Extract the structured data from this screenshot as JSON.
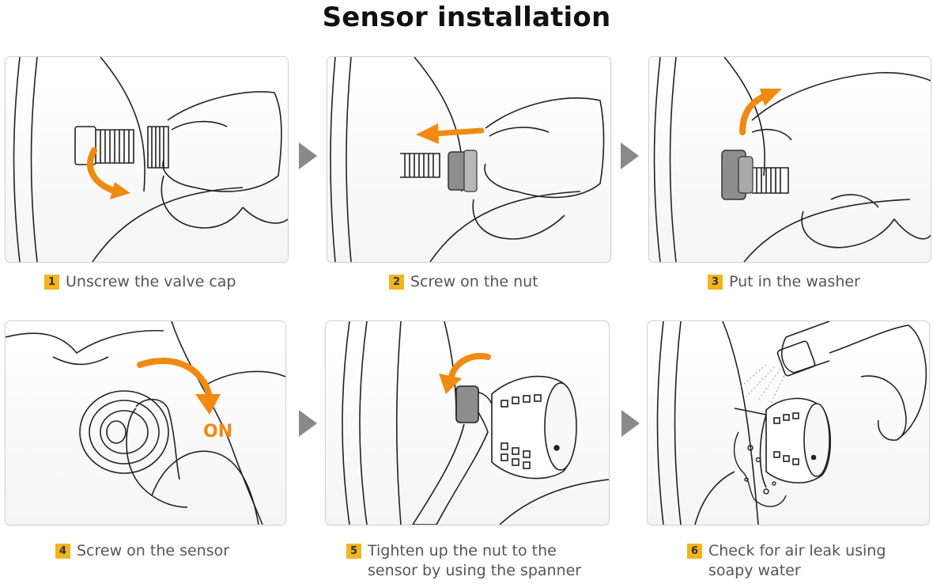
{
  "title": "Sensor installation",
  "accent_color": "#f08a10",
  "badge_color": "#f2b51d",
  "steps": [
    {
      "number": "1",
      "caption_lines": [
        "Unscrew the valve cap"
      ],
      "icon": "valve-cap-unscrew-illustration"
    },
    {
      "number": "2",
      "caption_lines": [
        "Screw on the nut"
      ],
      "icon": "nut-screw-illustration"
    },
    {
      "number": "3",
      "caption_lines": [
        "Put in the washer"
      ],
      "icon": "washer-illustration"
    },
    {
      "number": "4",
      "caption_lines": [
        "Screw on the sensor"
      ],
      "icon": "sensor-screw-illustration",
      "label": "ON"
    },
    {
      "number": "5",
      "caption_lines": [
        "Tighten up the nut to the",
        "sensor by using the spanner"
      ],
      "icon": "spanner-tighten-illustration"
    },
    {
      "number": "6",
      "caption_lines": [
        "Check for air leak using",
        "soapy water"
      ],
      "icon": "leak-check-illustration"
    }
  ]
}
